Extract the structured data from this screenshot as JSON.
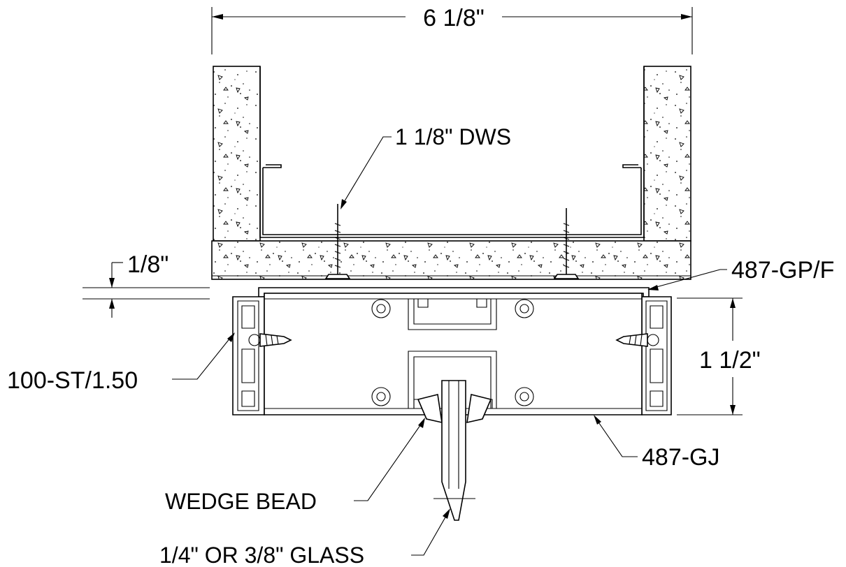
{
  "labels": {
    "overall_width": "6 1/8\"",
    "screw": "1 1/8\" DWS",
    "gap": "1/8\"",
    "top_extrusion": "487-GP/F",
    "side_extrusion": "100-ST/1.50",
    "height": "1 1/2\"",
    "glazing_extrusion": "487-GJ",
    "wedge_bead": "WEDGE BEAD",
    "glass": "1/4\" OR 3/8\" GLASS"
  },
  "colors": {
    "line": "#000000",
    "background": "#ffffff"
  }
}
